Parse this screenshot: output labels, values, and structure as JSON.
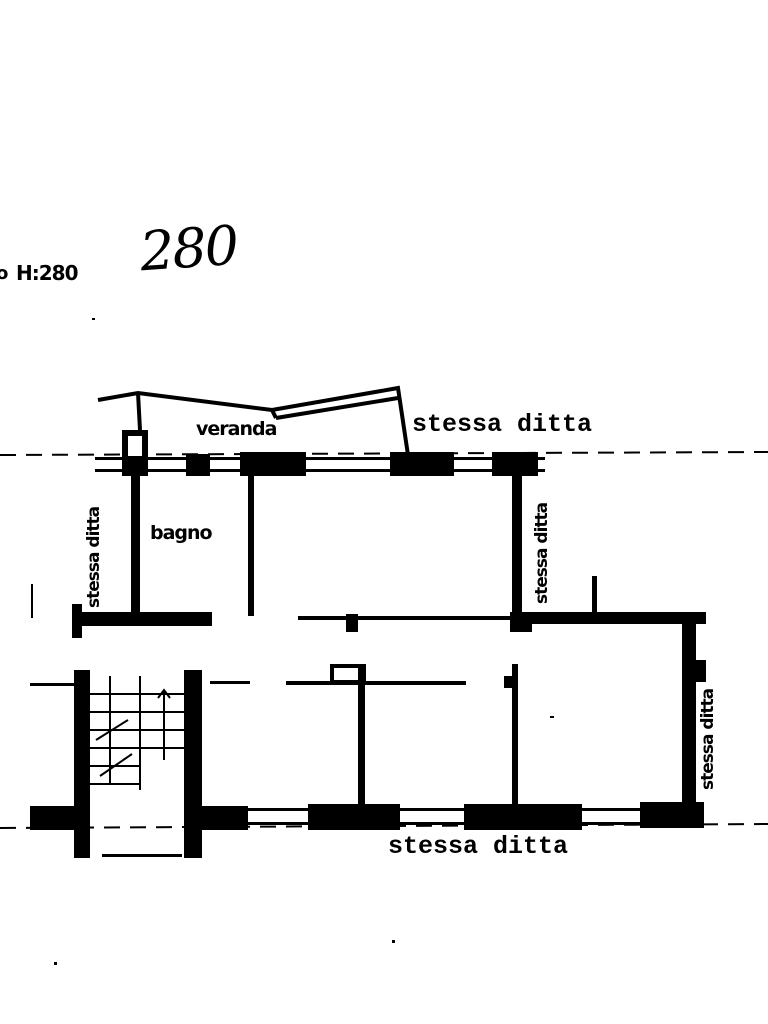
{
  "header": {
    "height_note": "H:280",
    "height_note_prefix": "o",
    "handwritten_height": "280"
  },
  "rooms": {
    "veranda": "veranda",
    "bagno": "bagno"
  },
  "neighbors": {
    "top": "stessa ditta",
    "bottom": "stessa ditta",
    "left_vertical": "stessa ditta",
    "middle_vertical": "stessa ditta",
    "right_vertical": "stessa ditta"
  },
  "colors": {
    "ink": "#000000",
    "paper": "#ffffff"
  }
}
